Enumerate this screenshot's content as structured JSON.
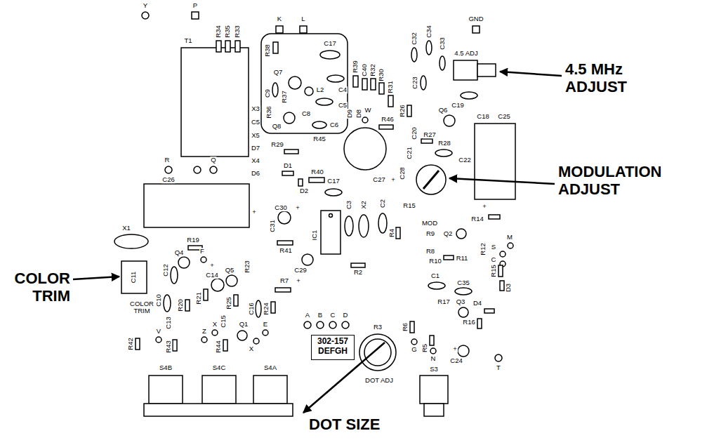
{
  "diagram": {
    "nodes": [
      {
        "text": [
          "302-157",
          "DEFGH"
        ]
      }
    ],
    "labels": [
      "Y",
      "P",
      "K",
      "L",
      "GND",
      "T1",
      "R34",
      "R35",
      "R33",
      "R38",
      "C17",
      "Q7",
      "C9",
      "R37",
      "L2",
      "C4",
      "R36",
      "C5",
      "C8",
      "Q8",
      "C6",
      "R45",
      "X3",
      "C5",
      "X5",
      "D7",
      "X4",
      "D6",
      "R29",
      "R39",
      "C40",
      "R32",
      "R30",
      "R31",
      "D9",
      "D8",
      "C32",
      "C34",
      "C33",
      "C23",
      "4.5 ADJ",
      "C19",
      "C18",
      "C25",
      "W",
      "R26",
      "R46",
      "Q6",
      "C20",
      "R27",
      "R28",
      "C21",
      "C22",
      "C28",
      "C27",
      "+",
      "R15",
      "R14",
      "+",
      "R40",
      "D1",
      "D2",
      "R",
      "Q",
      "C26",
      "+",
      "C17",
      "C30",
      "+",
      "C31",
      "IC1",
      "C3",
      "X2",
      "C2",
      "R4",
      "MOD",
      "R9",
      "Q2",
      "R12",
      "S",
      "M",
      "C",
      "R8",
      "R10",
      "R11",
      "R15",
      "D3",
      "X1",
      "R19",
      "Q4",
      "F",
      "Q5",
      "R23",
      "C14",
      "+",
      "C12",
      "R41",
      "R7",
      "C29",
      "+",
      "R2",
      "C1",
      "C35",
      "R17",
      "Q3",
      "D4",
      "R16",
      "+",
      "C24",
      "T",
      "N",
      "G",
      "R5",
      "R6",
      "R3",
      "DOT ADJ",
      "A",
      "B",
      "C",
      "D",
      "COLOR TRIM",
      "C11",
      "C10",
      "R20",
      "R21",
      "R25",
      "R24",
      "C15",
      "Q1",
      "C16",
      "E",
      "X",
      "V",
      "Z",
      "X",
      "C13",
      "R42",
      "R43",
      "R44",
      "S4B",
      "S4C",
      "S4A",
      "S3",
      "4.5 MHz ADJUST",
      "MODULATION ADJUST",
      "COLOR TRIM",
      "DOT SIZE"
    ]
  }
}
